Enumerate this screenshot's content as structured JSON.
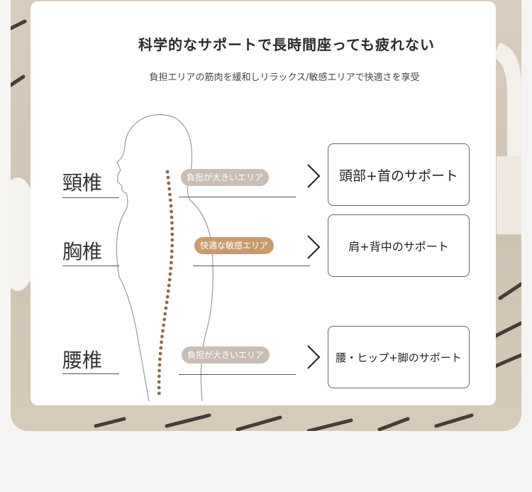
{
  "title": "科学的なサポートで長時間座っても疲れない",
  "subtitle": "負担エリアの筋肉を緩和しリラックス/敏感エリアで快適さを享受",
  "zones": [
    {
      "label": "頸椎",
      "tag": "負担が大きいエリア",
      "tag_color": "#c9beb5",
      "support": "頭部+首のサポート"
    },
    {
      "label": "胸椎",
      "tag": "快適な敏感エリア",
      "tag_color": "#c99b6c",
      "support": "肩+背中のサポート"
    },
    {
      "label": "腰椎",
      "tag": "負担が大きいエリア",
      "tag_color": "#c9beb5",
      "support": "腰・ヒップ+脚のサポート"
    }
  ]
}
